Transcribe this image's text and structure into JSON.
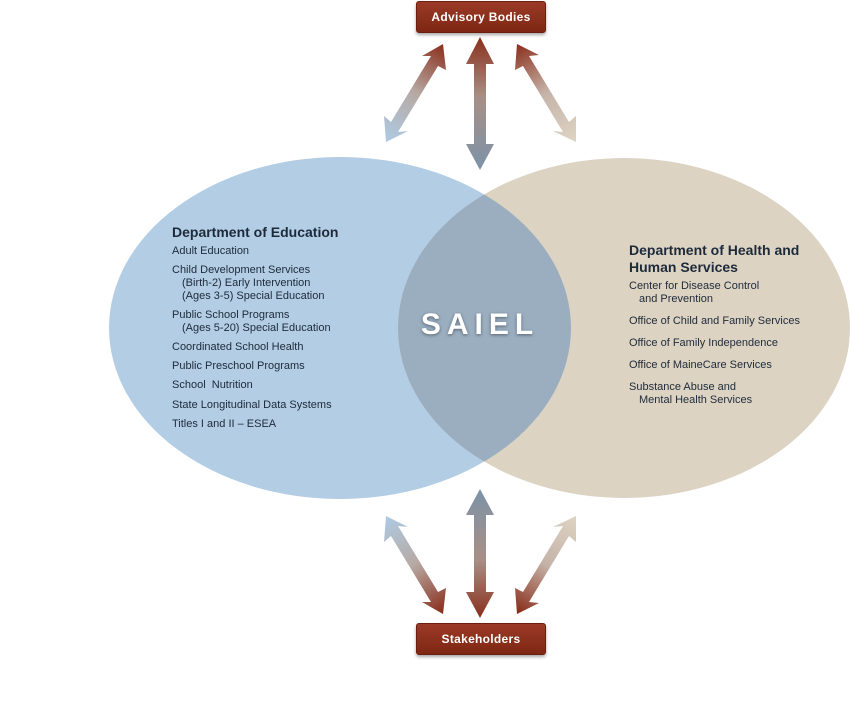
{
  "advisory_label": "Advisory Bodies",
  "stakeholders_label": "Stakeholders",
  "center_label": "SAIEL",
  "education": {
    "title": "Department of Education",
    "items": [
      "Adult Education",
      "Child Development Services",
      "(Birth-2) Early Intervention",
      "(Ages 3-5) Special Education",
      "Public School Programs",
      "(Ages 5-20) Special Education",
      "Coordinated School Health",
      "Public Preschool Programs",
      "School  Nutrition",
      "State Longitudinal Data Systems",
      "Titles I and II – ESEA"
    ]
  },
  "health": {
    "title_line1": "Department of Health and",
    "title_line2": "Human Services",
    "items": [
      "Center for Disease Control",
      "and Prevention",
      "Office of Child and Family Services",
      "Office of Family Independence",
      "Office of MaineCare Services",
      "Substance Abuse and",
      "Mental Health Services"
    ]
  },
  "colors": {
    "education_circle": "#b3cde4",
    "health_circle": "#ddd3c3",
    "overlap": "#9aaec0",
    "box": "#8a2f1c",
    "arrow_red": "#8a2f1c",
    "arrow_blue": "#7c93a8"
  }
}
